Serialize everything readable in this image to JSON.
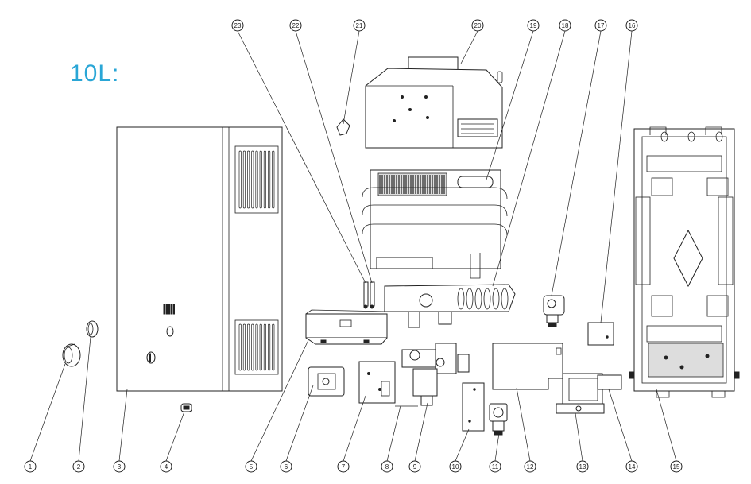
{
  "title": "10L:",
  "callouts": [
    "1",
    "2",
    "3",
    "4",
    "5",
    "6",
    "7",
    "8",
    "9",
    "10",
    "11",
    "12",
    "13",
    "14",
    "15",
    "16",
    "17",
    "18",
    "19",
    "20",
    "21",
    "22",
    "23"
  ]
}
